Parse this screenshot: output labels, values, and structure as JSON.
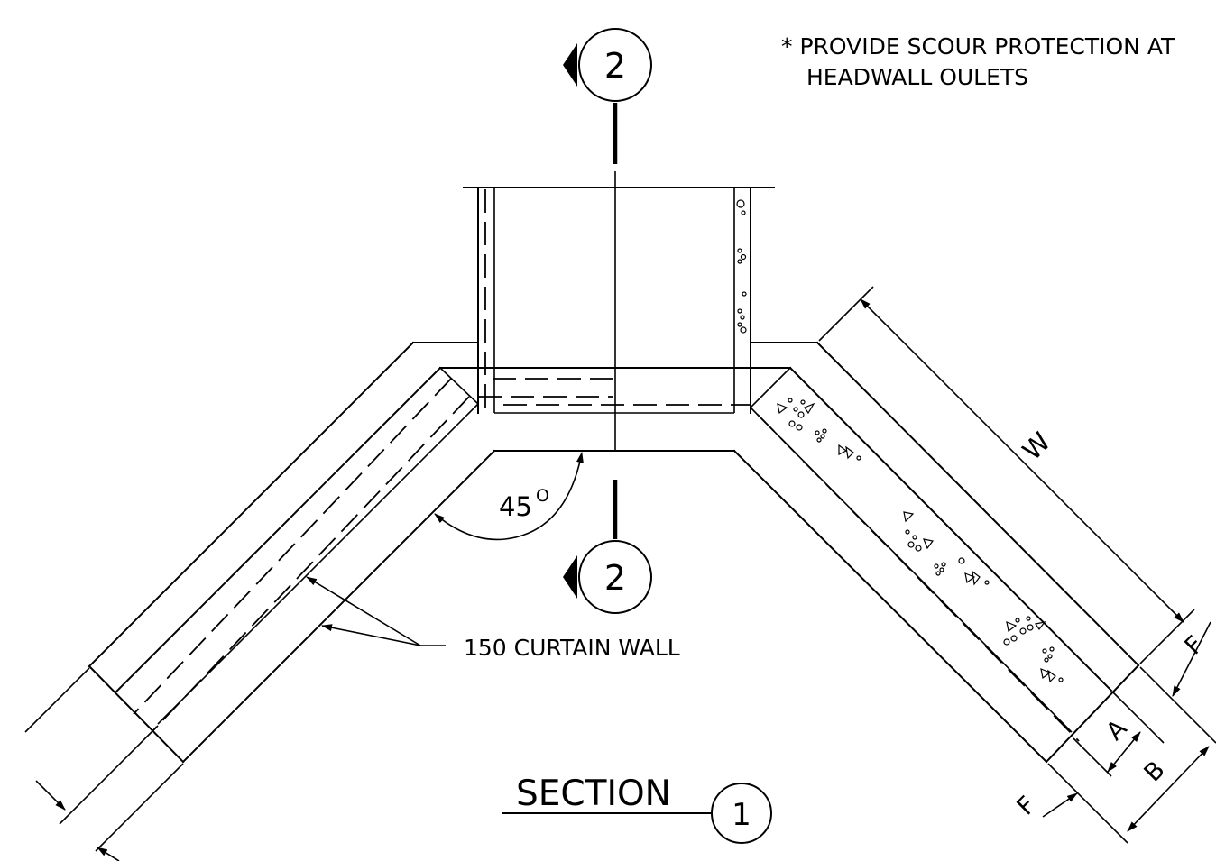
{
  "note": {
    "line1": "* PROVIDE SCOUR PROTECTION AT",
    "line2": "HEADWALL OULETS"
  },
  "section_marker_top": {
    "label": "2"
  },
  "section_marker_bottom": {
    "label": "2"
  },
  "section_title": {
    "text": "SECTION",
    "number": "1"
  },
  "angle_label": {
    "value": "45",
    "unit": "O"
  },
  "curtain_wall_label": "150 CURTAIN WALL",
  "dimensions": {
    "w": "W",
    "f_upper": "F",
    "f_lower": "F",
    "a": "A",
    "b": "B"
  }
}
